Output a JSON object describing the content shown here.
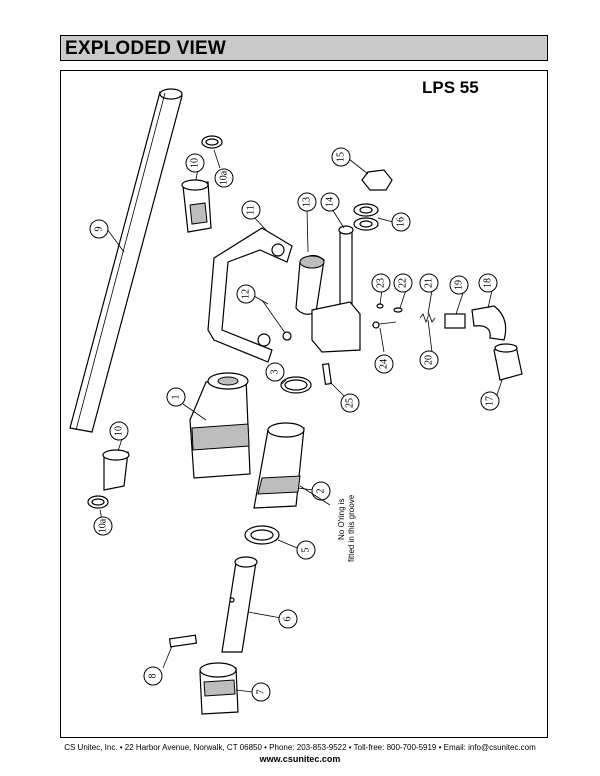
{
  "header": {
    "title": "EXPLODED VIEW"
  },
  "model": "LPS 55",
  "note": {
    "line1": "No O'ring is",
    "line2": "fitted in this groove"
  },
  "callouts": [
    {
      "label": "1"
    },
    {
      "label": "2"
    },
    {
      "label": "3"
    },
    {
      "label": "5"
    },
    {
      "label": "6"
    },
    {
      "label": "7"
    },
    {
      "label": "8"
    },
    {
      "label": "9"
    },
    {
      "label": "10"
    },
    {
      "label": "10a"
    },
    {
      "label": "10"
    },
    {
      "label": "10a"
    },
    {
      "label": "11"
    },
    {
      "label": "12"
    },
    {
      "label": "13"
    },
    {
      "label": "14"
    },
    {
      "label": "15"
    },
    {
      "label": "16"
    },
    {
      "label": "17"
    },
    {
      "label": "18"
    },
    {
      "label": "19"
    },
    {
      "label": "20"
    },
    {
      "label": "21"
    },
    {
      "label": "22"
    },
    {
      "label": "23"
    },
    {
      "label": "24"
    },
    {
      "label": "25"
    }
  ],
  "footer": {
    "line1": "CS Unitec, Inc. • 22 Harbor Avenue, Norwalk, CT 06850 • Phone: 203-853-9522 • Toll-free: 800-700-5919 • Email: info@csunitec.com",
    "line2": "www.csunitec.com"
  }
}
